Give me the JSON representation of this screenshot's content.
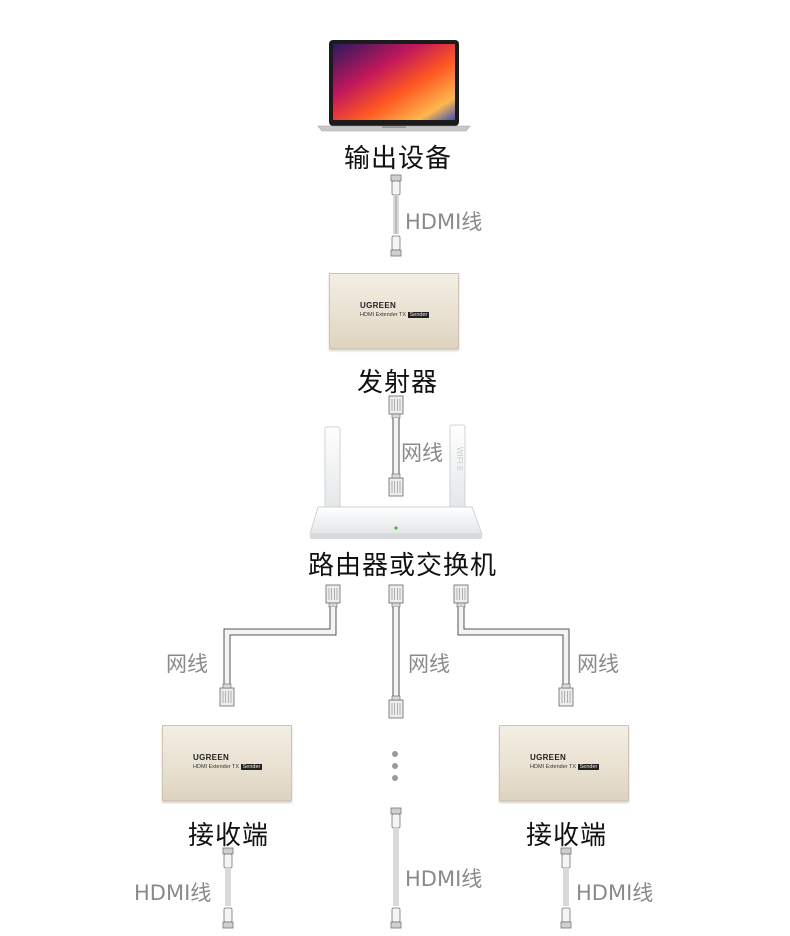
{
  "source_device": {
    "label": "输出设备"
  },
  "transmitter": {
    "label": "发射器",
    "brand": "UGREEN",
    "model": "HDMI Extender TX",
    "model_tag": "Sender"
  },
  "switch": {
    "label": "路由器或交换机",
    "antenna_text": "WIFI 6"
  },
  "receivers": [
    {
      "label": "接收端",
      "brand": "UGREEN",
      "model": "HDMI Extender TX",
      "model_tag": "Sender"
    },
    {
      "label": "接收端",
      "brand": "UGREEN",
      "model": "HDMI Extender TX",
      "model_tag": "Sender"
    }
  ],
  "cables": {
    "hdmi_top": "HDMI线",
    "net_top": "网线",
    "net_left": "网线",
    "net_center": "网线",
    "net_right": "网线",
    "hdmi_left": "HDMI线",
    "hdmi_center": "HDMI线",
    "hdmi_right": "HDMI线"
  },
  "colors": {
    "label": "#111111",
    "cable_text": "#8a8a8a",
    "device_body": "#e9e1d1"
  }
}
